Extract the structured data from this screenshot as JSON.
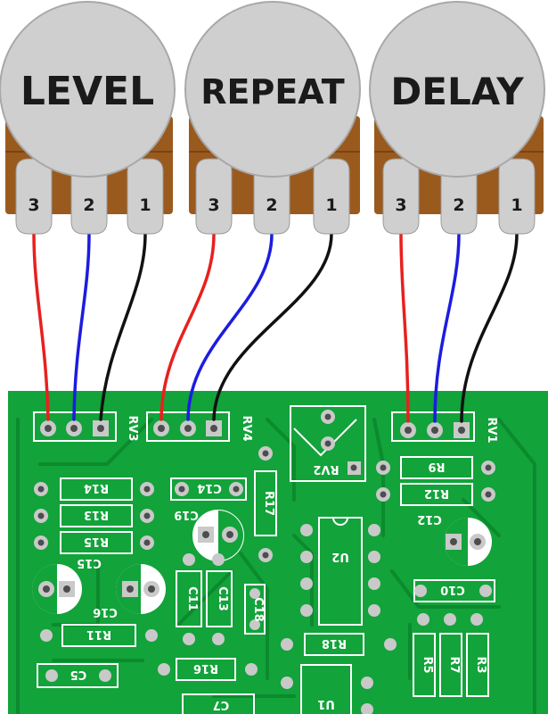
{
  "pots": [
    {
      "label": "LEVEL",
      "pins": [
        "3",
        "2",
        "1"
      ],
      "ref": "RV3"
    },
    {
      "label": "REPEAT",
      "pins": [
        "3",
        "2",
        "1"
      ],
      "ref": "RV4"
    },
    {
      "label": "DELAY",
      "pins": [
        "3",
        "2",
        "1"
      ],
      "ref": "RV1"
    }
  ],
  "wire_colors": {
    "pin3": "#e8201e",
    "pin2": "#1c1ce0",
    "pin1": "#111111"
  },
  "colors": {
    "pcb": "#12a33a",
    "pcb_dark": "#0c8a2e",
    "pad": "#c9c9c9",
    "knob": "#cfcfcf",
    "pot_body": "#9a5a1e"
  },
  "pcb": {
    "rv2": "RV2",
    "u1": "U1",
    "u2": "U2",
    "resistors_left": [
      "R14",
      "R13",
      "R15"
    ],
    "r11": "R11",
    "r16": "R16",
    "r17": "R17",
    "r18": "R18",
    "r9": "R9",
    "r12": "R12",
    "r5": "R5",
    "r7": "R7",
    "r3": "R3",
    "c14": "C14",
    "c19": "C19",
    "c15": "C15",
    "c16": "C16",
    "c11": "C11",
    "c13": "C13",
    "c18": "C18",
    "c12": "C12",
    "c10": "C10",
    "c5": "C5",
    "c7": "C7"
  }
}
